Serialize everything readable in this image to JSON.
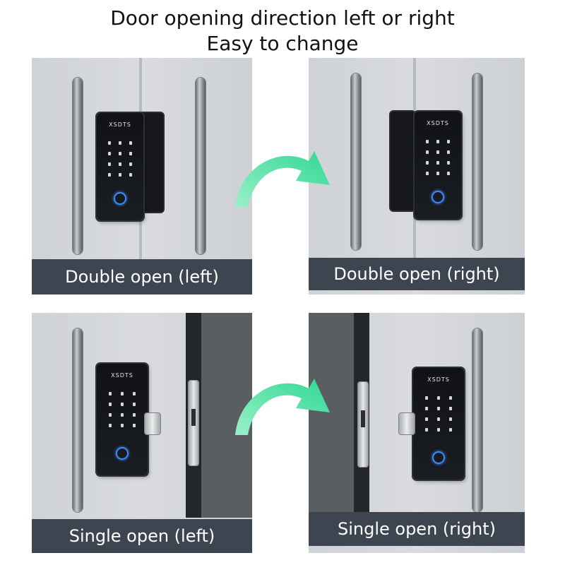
{
  "headline": {
    "line1": "Door opening direction left or right",
    "line2": "Easy to change"
  },
  "brand_label": "XSDTS",
  "panels": [
    {
      "id": "double-left",
      "caption": "Double open (left)"
    },
    {
      "id": "double-right",
      "caption": "Double open (right)"
    },
    {
      "id": "single-left",
      "caption": "Single open (left)"
    },
    {
      "id": "single-right",
      "caption": "Single open (right)"
    }
  ],
  "colors": {
    "caption_bg": "#3d4550",
    "arrow_green": "#3ee0a0",
    "fingerprint_blue": "#3a8bff"
  },
  "icons": [
    "curved-arrow-icon",
    "fingerprint-icon"
  ]
}
